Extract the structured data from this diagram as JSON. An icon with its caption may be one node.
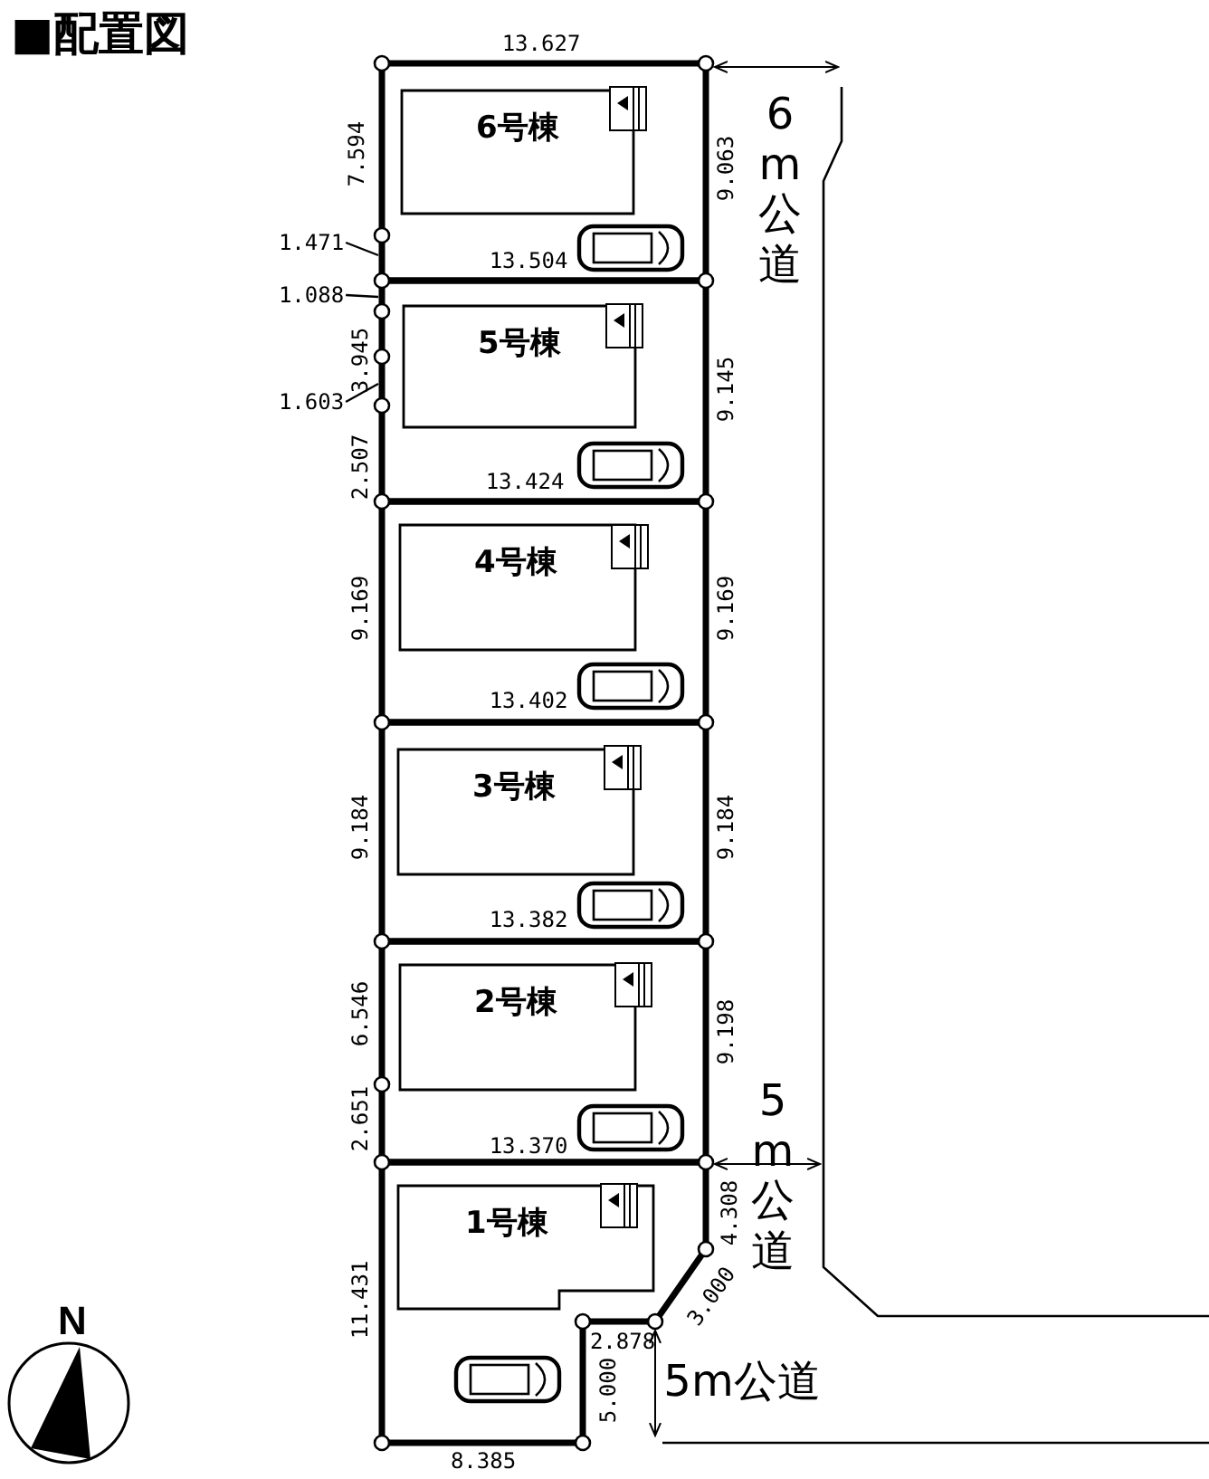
{
  "diagram": {
    "title": "■配置図",
    "nodes": [
      {
        "text": [],
        "shape": "box"
      },
      {
        "text": [],
        "shape": "box"
      },
      {
        "text": [],
        "shape": "box"
      },
      {
        "text": [],
        "shape": "box"
      },
      {
        "text": [],
        "shape": "box"
      },
      {
        "text": [],
        "shape": "box"
      },
      {
        "text": [
          "6号棟"
        ],
        "in": 0
      },
      {
        "text": [
          "5号棟"
        ],
        "in": 1
      },
      {
        "text": [
          "4号棟"
        ],
        "in": 2
      },
      {
        "text": [
          "3号棟"
        ],
        "in": 3
      },
      {
        "text": [
          "2号棟"
        ],
        "in": 4
      },
      {
        "text": [
          "1号棟"
        ],
        "in": 5
      },
      {
        "text": [
          "1.471"
        ]
      },
      {
        "text": [
          "1.088"
        ]
      },
      {
        "text": [
          "1.603"
        ]
      }
    ],
    "edges": [
      {
        "from": 12,
        "to": 0,
        "arrow": "none"
      },
      {
        "from": 13,
        "to": 1,
        "arrow": "none"
      },
      {
        "from": 14,
        "to": 1,
        "arrow": "none"
      }
    ],
    "labels": [
      "13.627",
      "6m公道",
      "7.594",
      "9.063",
      "13.504",
      "3.945",
      "9.145",
      "2.507",
      "13.424",
      "9.169",
      "9.169",
      "13.402",
      "9.184",
      "9.184",
      "13.382",
      "6.546",
      "9.198",
      "5m公道",
      "2.651",
      "13.370",
      "4.308",
      "11.431",
      "3.000",
      "2.878",
      "5.000",
      "5m公道",
      "8.385",
      "N"
    ]
  }
}
